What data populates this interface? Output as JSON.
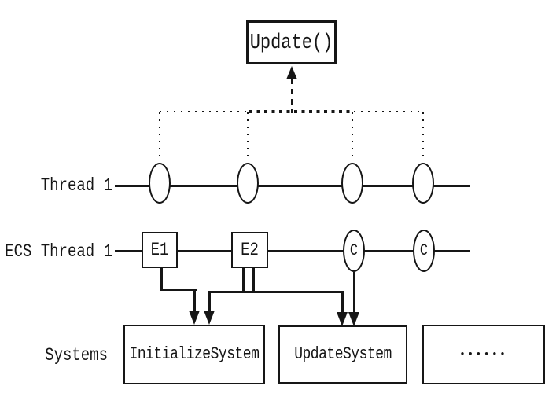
{
  "colors": {
    "ink": "#161616",
    "background": "#ffffff"
  },
  "diagram": {
    "title_box": {
      "label": "Update()"
    },
    "thread1": {
      "label": "Thread 1"
    },
    "ecs_thread": {
      "label": "ECS Thread 1",
      "event1": "E1",
      "event2": "E2",
      "component1": "C",
      "component2": "C"
    },
    "systems": {
      "label": "Systems",
      "box1": "InitializeSystem",
      "box2": "UpdateSystem",
      "box3": "••••••"
    }
  }
}
